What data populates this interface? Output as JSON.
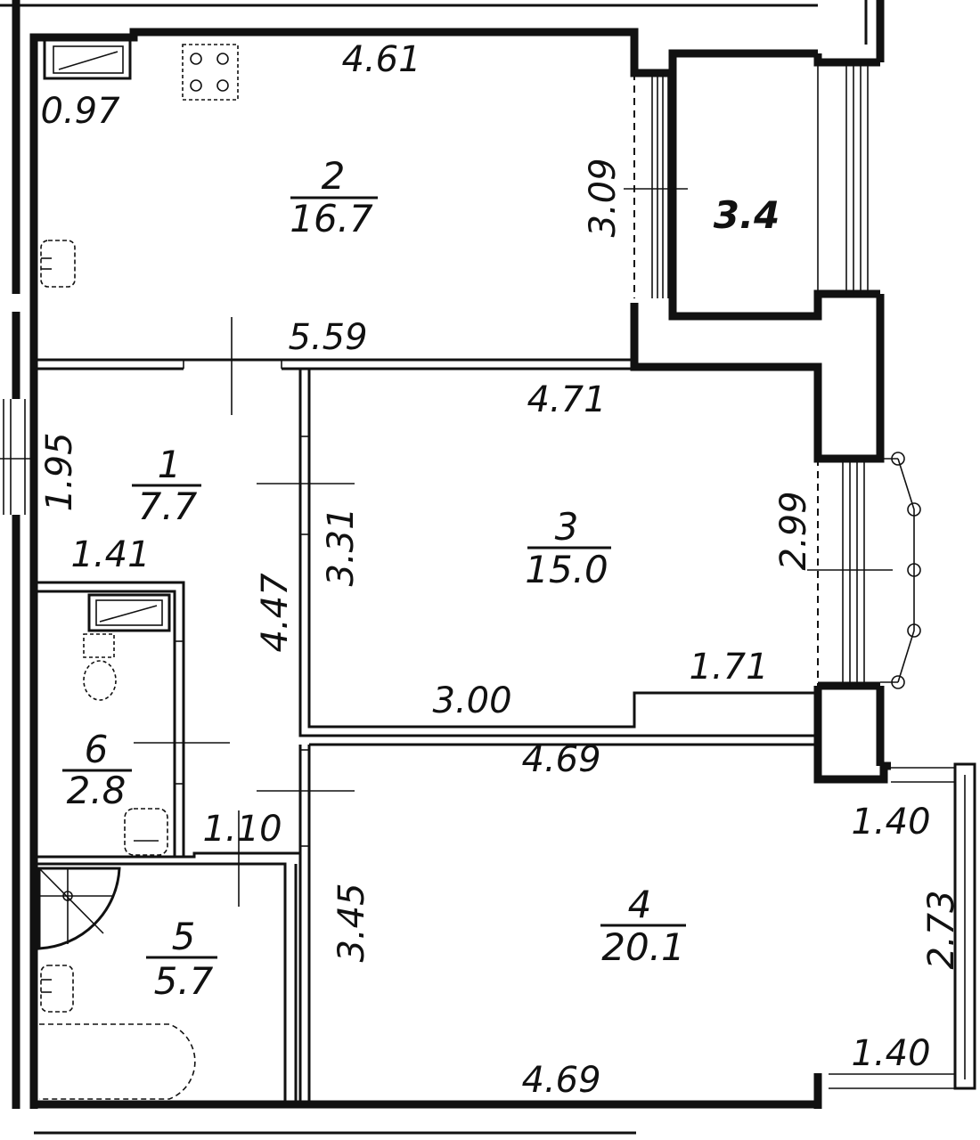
{
  "rooms": [
    {
      "number": "1",
      "area": "7.7"
    },
    {
      "number": "2",
      "area": "16.7"
    },
    {
      "number": "3",
      "area": "15.0"
    },
    {
      "number": "4",
      "area": "20.1"
    },
    {
      "number": "5",
      "area": "5.7"
    },
    {
      "number": "6",
      "area": "2.8"
    }
  ],
  "balcony_area": "3.4",
  "dimensions": {
    "kitchen_top": "4.61",
    "kitchen_niche": "0.97",
    "kitchen_side": "3.09",
    "kitchen_bottom": "5.59",
    "hall_width": "1.95",
    "hall_top": "1.41",
    "hall_length": "4.47",
    "room3_left": "3.31",
    "room3_top": "4.71",
    "room3_right": "2.99",
    "room3_step": "1.71",
    "room3_bottom": "3.00",
    "room4_top": "4.69",
    "room4_bottom": "4.69",
    "room4_left": "3.45",
    "bay_top": "1.40",
    "bay_side": "2.73",
    "bay_bottom": "1.40",
    "bath_door": "1.10"
  },
  "icons": [
    "stove-icon",
    "sink-icon",
    "toilet-icon",
    "bathtub-icon",
    "shower-icon",
    "chair-icon"
  ]
}
